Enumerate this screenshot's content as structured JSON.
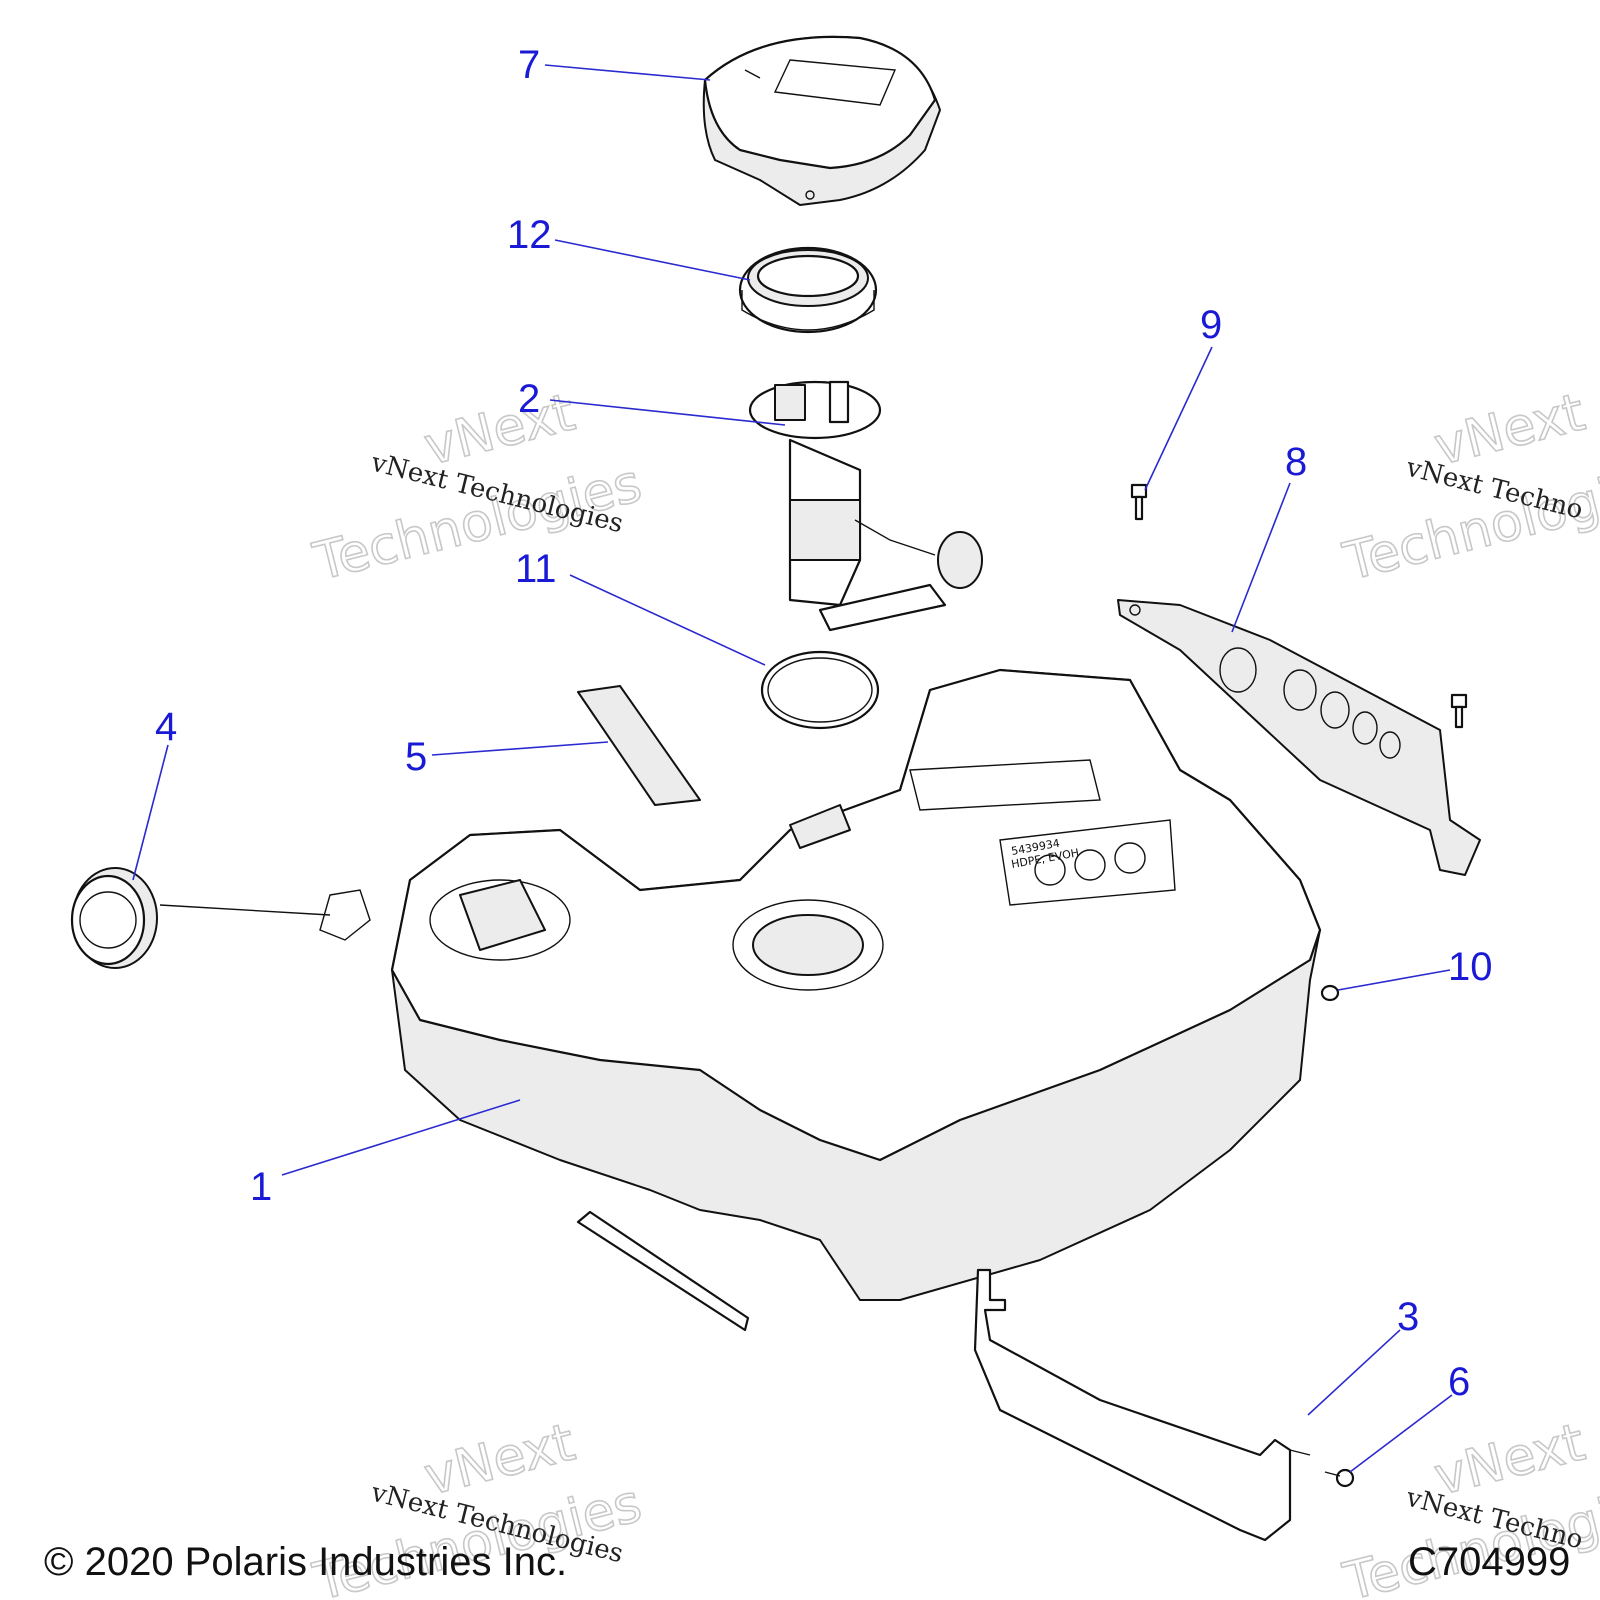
{
  "callouts": {
    "c1": "1",
    "c2": "2",
    "c3": "3",
    "c4": "4",
    "c5": "5",
    "c6": "6",
    "c7": "7",
    "c8": "8",
    "c9": "9",
    "c10": "10",
    "c11": "11",
    "c12": "12"
  },
  "watermark": {
    "outline_line1": "vNext",
    "outline_line2": "Technologies",
    "serif_line": "vNext Technologies",
    "serif_line_cut": "vNext Techno"
  },
  "footer": {
    "copyright": "© 2020 Polaris Industries Inc.",
    "drawing_id": "C704999"
  },
  "tank_label": {
    "line1": "5439934",
    "line2": "HDPE, EVOH"
  },
  "colors": {
    "callout": "#1a1ad6",
    "leader": "#2a2ad0",
    "line_art": "#111111",
    "shade": "#ececec",
    "watermark": "#c8c8c8"
  }
}
